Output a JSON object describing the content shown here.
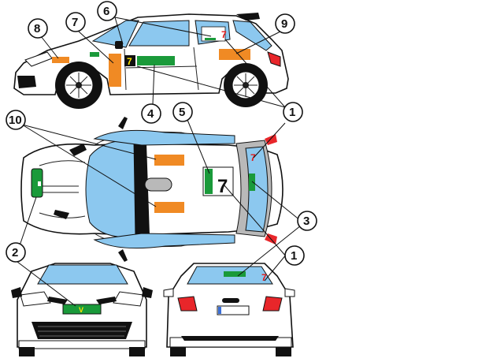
{
  "callouts": {
    "c1": "1",
    "c2": "2",
    "c3": "3",
    "c4": "4",
    "c5": "5",
    "c6": "6",
    "c7": "7",
    "c8": "8",
    "c9": "9",
    "c10": "10"
  },
  "decals": {
    "race_number": "7",
    "plate_mark": "V"
  },
  "colors": {
    "glass": "#8cc8ef",
    "orange_panel": "#f08a24",
    "green_panel": "#1a9a3a",
    "number_red": "#e01a1a",
    "number_yellow": "#ffe600",
    "light_red": "#e8262a",
    "grey": "#b9b9b9",
    "outline": "#111111"
  },
  "icons": {
    "rear_badge": "lion-emblem-icon",
    "front_badge": "lion-emblem-icon"
  }
}
